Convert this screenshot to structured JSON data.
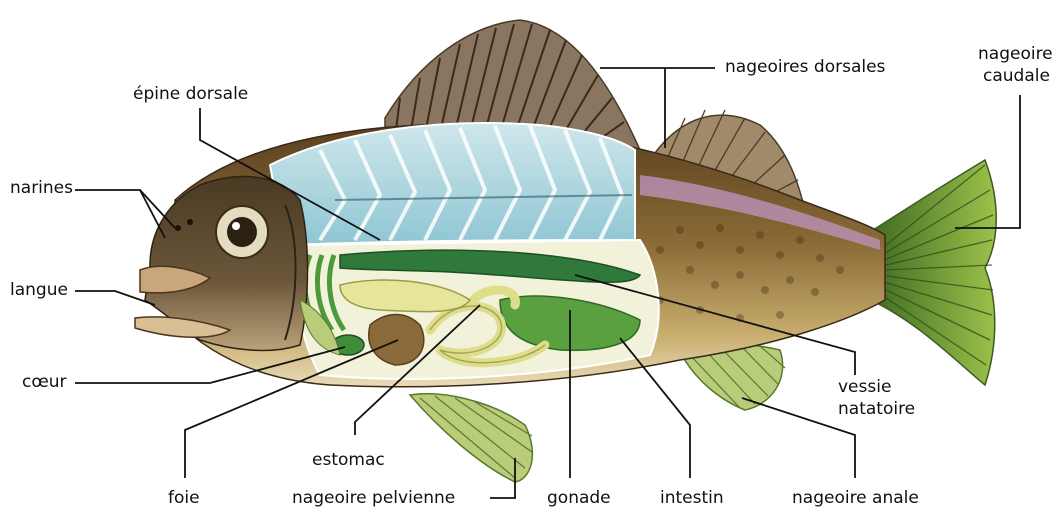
{
  "labels": {
    "epine_dorsale": "épine dorsale",
    "nageoires_dorsales": "nageoires dorsales",
    "nageoire_caudale_1": "nageoire",
    "nageoire_caudale_2": "caudale",
    "narines": "narines",
    "langue": "langue",
    "coeur": "cœur",
    "vessie_1": "vessie",
    "vessie_2": "natatoire",
    "estomac": "estomac",
    "foie": "foie",
    "nageoire_pelvienne": "nageoire pelvienne",
    "gonade": "gonade",
    "intestin": "intestin",
    "nageoire_anale": "nageoire anale"
  },
  "colors": {
    "body_brown": "#7a5a2e",
    "head_brown": "#5e4a2e",
    "belly_cream": "#e9dcb8",
    "skeleton_blue": "#a9d6e0",
    "fin_green": "#7aa03a",
    "organ_green": "#3f8c3a",
    "organ_yellow": "#e6e69a",
    "dorsal_pink": "#b98fb0",
    "liver_brown": "#8b6a3a"
  }
}
